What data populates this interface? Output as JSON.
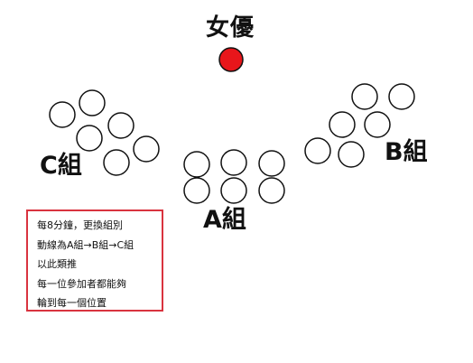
{
  "labels": {
    "actress": "女優",
    "group_c": "C組",
    "group_b": "B組",
    "group_a": "A組"
  },
  "note": {
    "lines": [
      "每8分鐘，更換組別",
      "動線為A組→B組→C組",
      "以此類推",
      "每一位參加者都能夠",
      "輪到每一個位置"
    ]
  },
  "colors": {
    "actress_seat": "#e8161b",
    "seat_stroke": "#111111",
    "note_border": "#d9333f"
  }
}
